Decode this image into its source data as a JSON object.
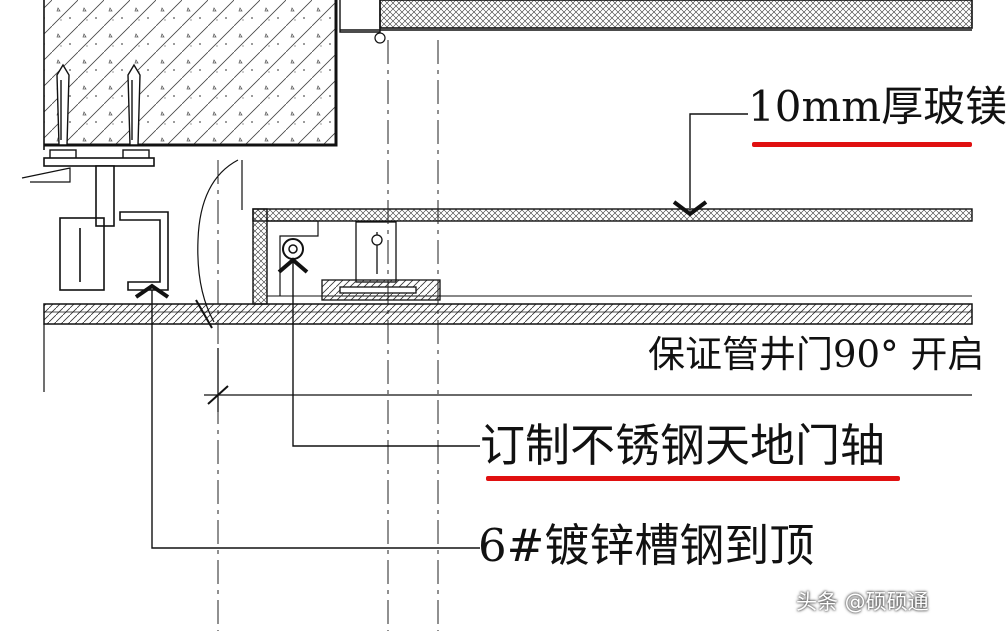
{
  "labels": {
    "glass_board": "10mm厚玻镁",
    "opening_angle": "保证管井门90° 开启",
    "pivot": "订制不锈钢天地门轴",
    "channel": "6#镀锌槽钢到顶"
  },
  "watermark": "头条 @硕硕通",
  "colors": {
    "line": "#111111",
    "highlight": "#e01010"
  }
}
